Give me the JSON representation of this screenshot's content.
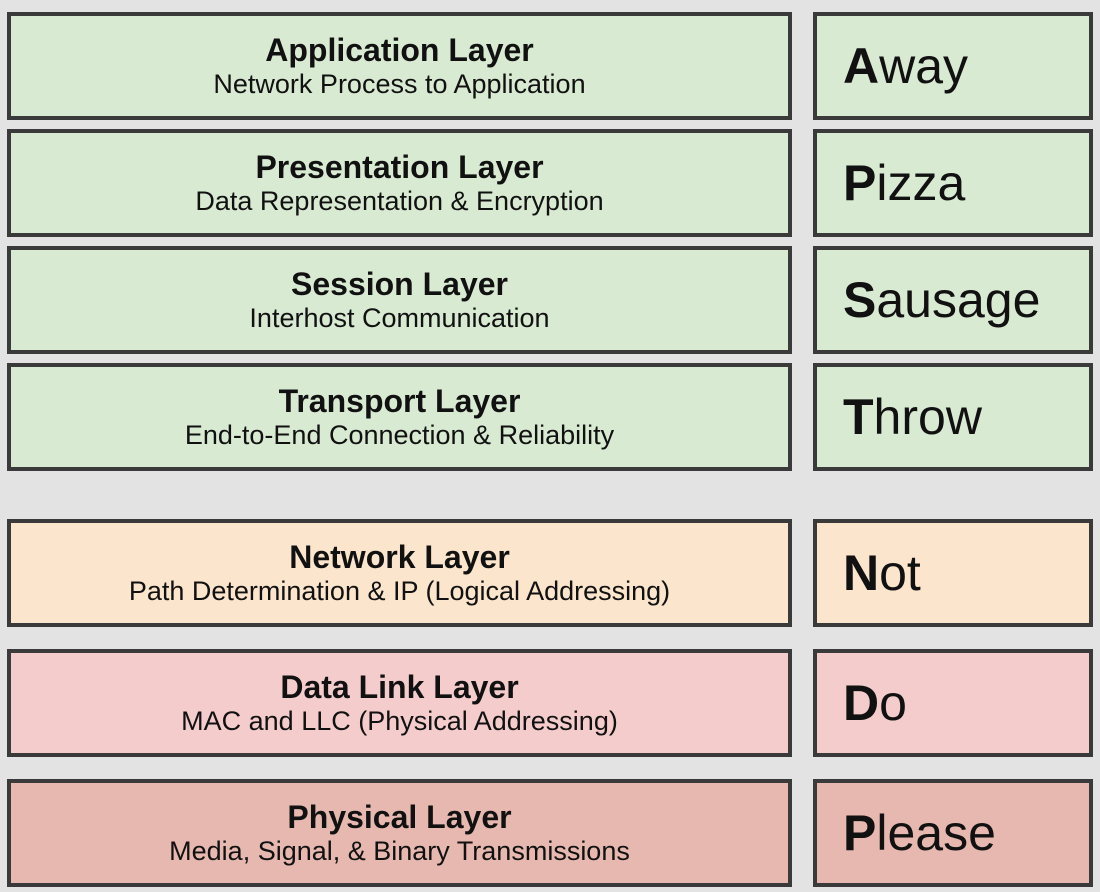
{
  "colors": {
    "upper": "#d9ead3",
    "network": "#fce5cd",
    "datalink": "#f4cccc",
    "physical": "#e6b8af",
    "border": "#3a3a3a",
    "background": "#e3e3e3"
  },
  "layers": [
    {
      "title": "Application Layer",
      "desc": "Network Process to Application",
      "initial": "A",
      "rest": "way",
      "color": "upper"
    },
    {
      "title": "Presentation Layer",
      "desc": "Data Representation & Encryption",
      "initial": "P",
      "rest": "izza",
      "color": "upper"
    },
    {
      "title": "Session Layer",
      "desc": "Interhost Communication",
      "initial": "S",
      "rest": "ausage",
      "color": "upper"
    },
    {
      "title": "Transport Layer",
      "desc": "End-to-End Connection & Reliability",
      "initial": "T",
      "rest": "hrow",
      "color": "upper"
    },
    {
      "title": "Network Layer",
      "desc": "Path Determination & IP (Logical Addressing)",
      "initial": "N",
      "rest": "ot",
      "color": "network"
    },
    {
      "title": "Data Link Layer",
      "desc": "MAC and LLC (Physical Addressing)",
      "initial": "D",
      "rest": "o",
      "color": "datalink"
    },
    {
      "title": "Physical Layer",
      "desc": "Media, Signal, & Binary Transmissions",
      "initial": "P",
      "rest": "lease",
      "color": "physical"
    }
  ]
}
